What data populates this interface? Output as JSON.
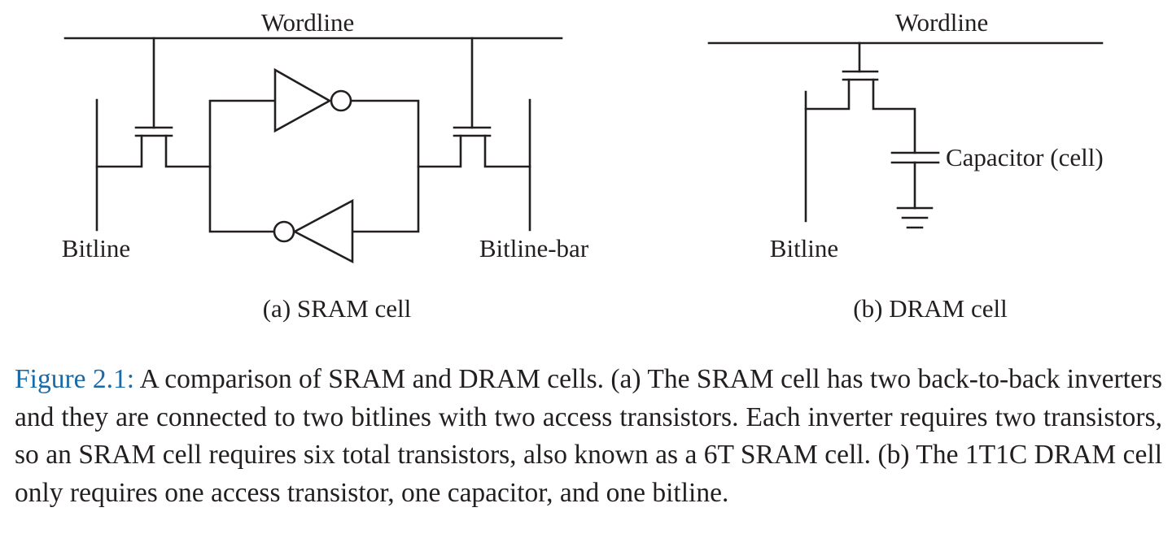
{
  "sram": {
    "wordline_label": "Wordline",
    "bitline_label": "Bitline",
    "bitline_bar_label": "Bitline-bar",
    "caption": "(a) SRAM cell"
  },
  "dram": {
    "wordline_label": "Wordline",
    "bitline_label": "Bitline",
    "capacitor_label": "Capacitor (cell)",
    "caption": "(b) DRAM cell"
  },
  "figure_caption": {
    "label": "Figure 2.1:",
    "text": " A comparison of SRAM and DRAM cells. (a) The SRAM cell has two back-to-back inverters and they are connected to two bitlines with two access transistors. Each inverter requires two transistors, so an SRAM cell requires six total transistors, also known as a 6T SRAM cell. (b) The 1T1C DRAM cell only requires one access transistor, one capacitor, and one bitline."
  }
}
